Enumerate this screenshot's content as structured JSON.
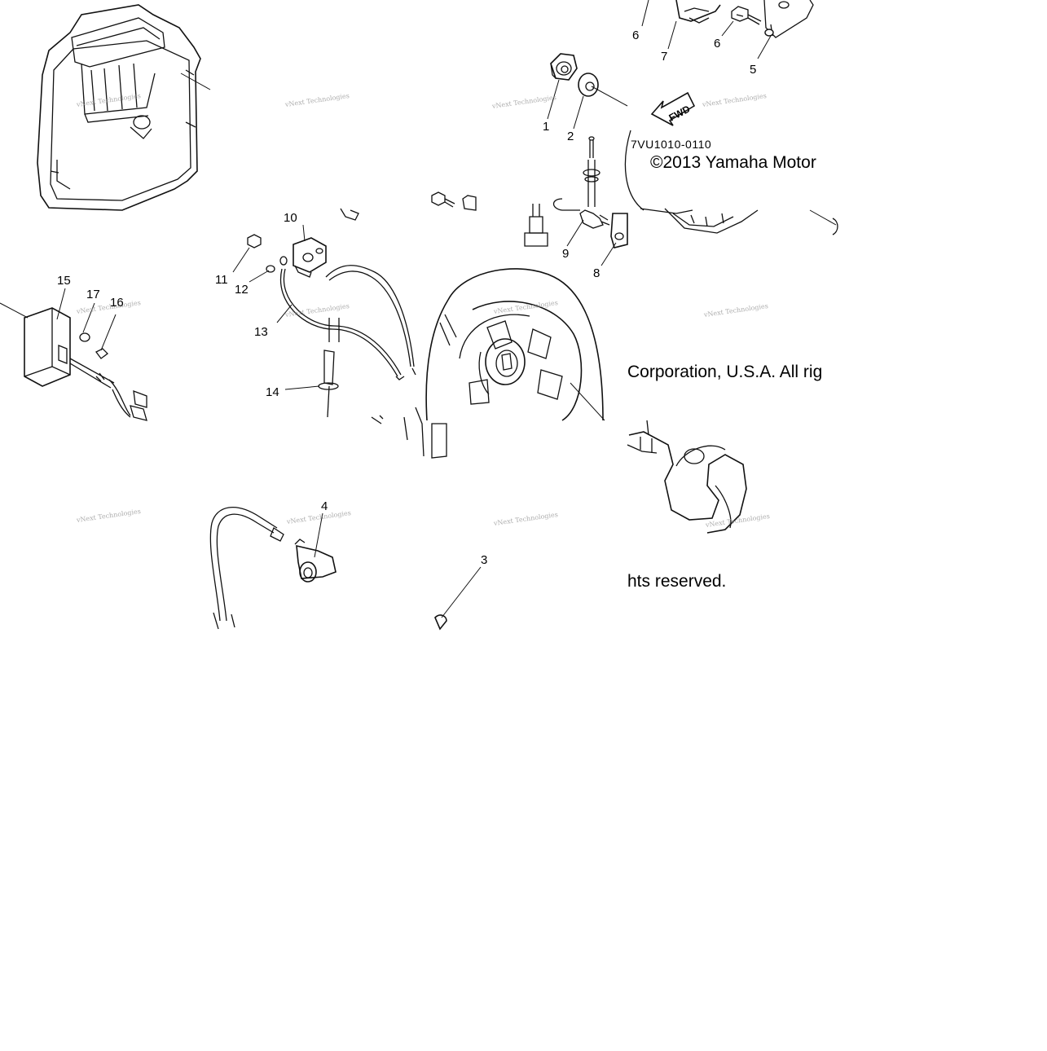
{
  "diagram": {
    "part_code": "7VU1010-0110",
    "fwd_label": "FWD",
    "copyright_lines": [
      "©2013 Yamaha Motor",
      "Corporation, U.S.A. All rig",
      "hts reserved."
    ],
    "watermark_text": "vNext Technologies",
    "callouts": {
      "c1": "1",
      "c2": "2",
      "c3": "3",
      "c4": "4",
      "c5": "5",
      "c6a": "6",
      "c6b": "6",
      "c7": "7",
      "c8": "8",
      "c9": "9",
      "c10": "10",
      "c11": "11",
      "c12": "12",
      "c13": "13",
      "c14": "14",
      "c15": "15",
      "c16": "16",
      "c17": "17"
    }
  }
}
